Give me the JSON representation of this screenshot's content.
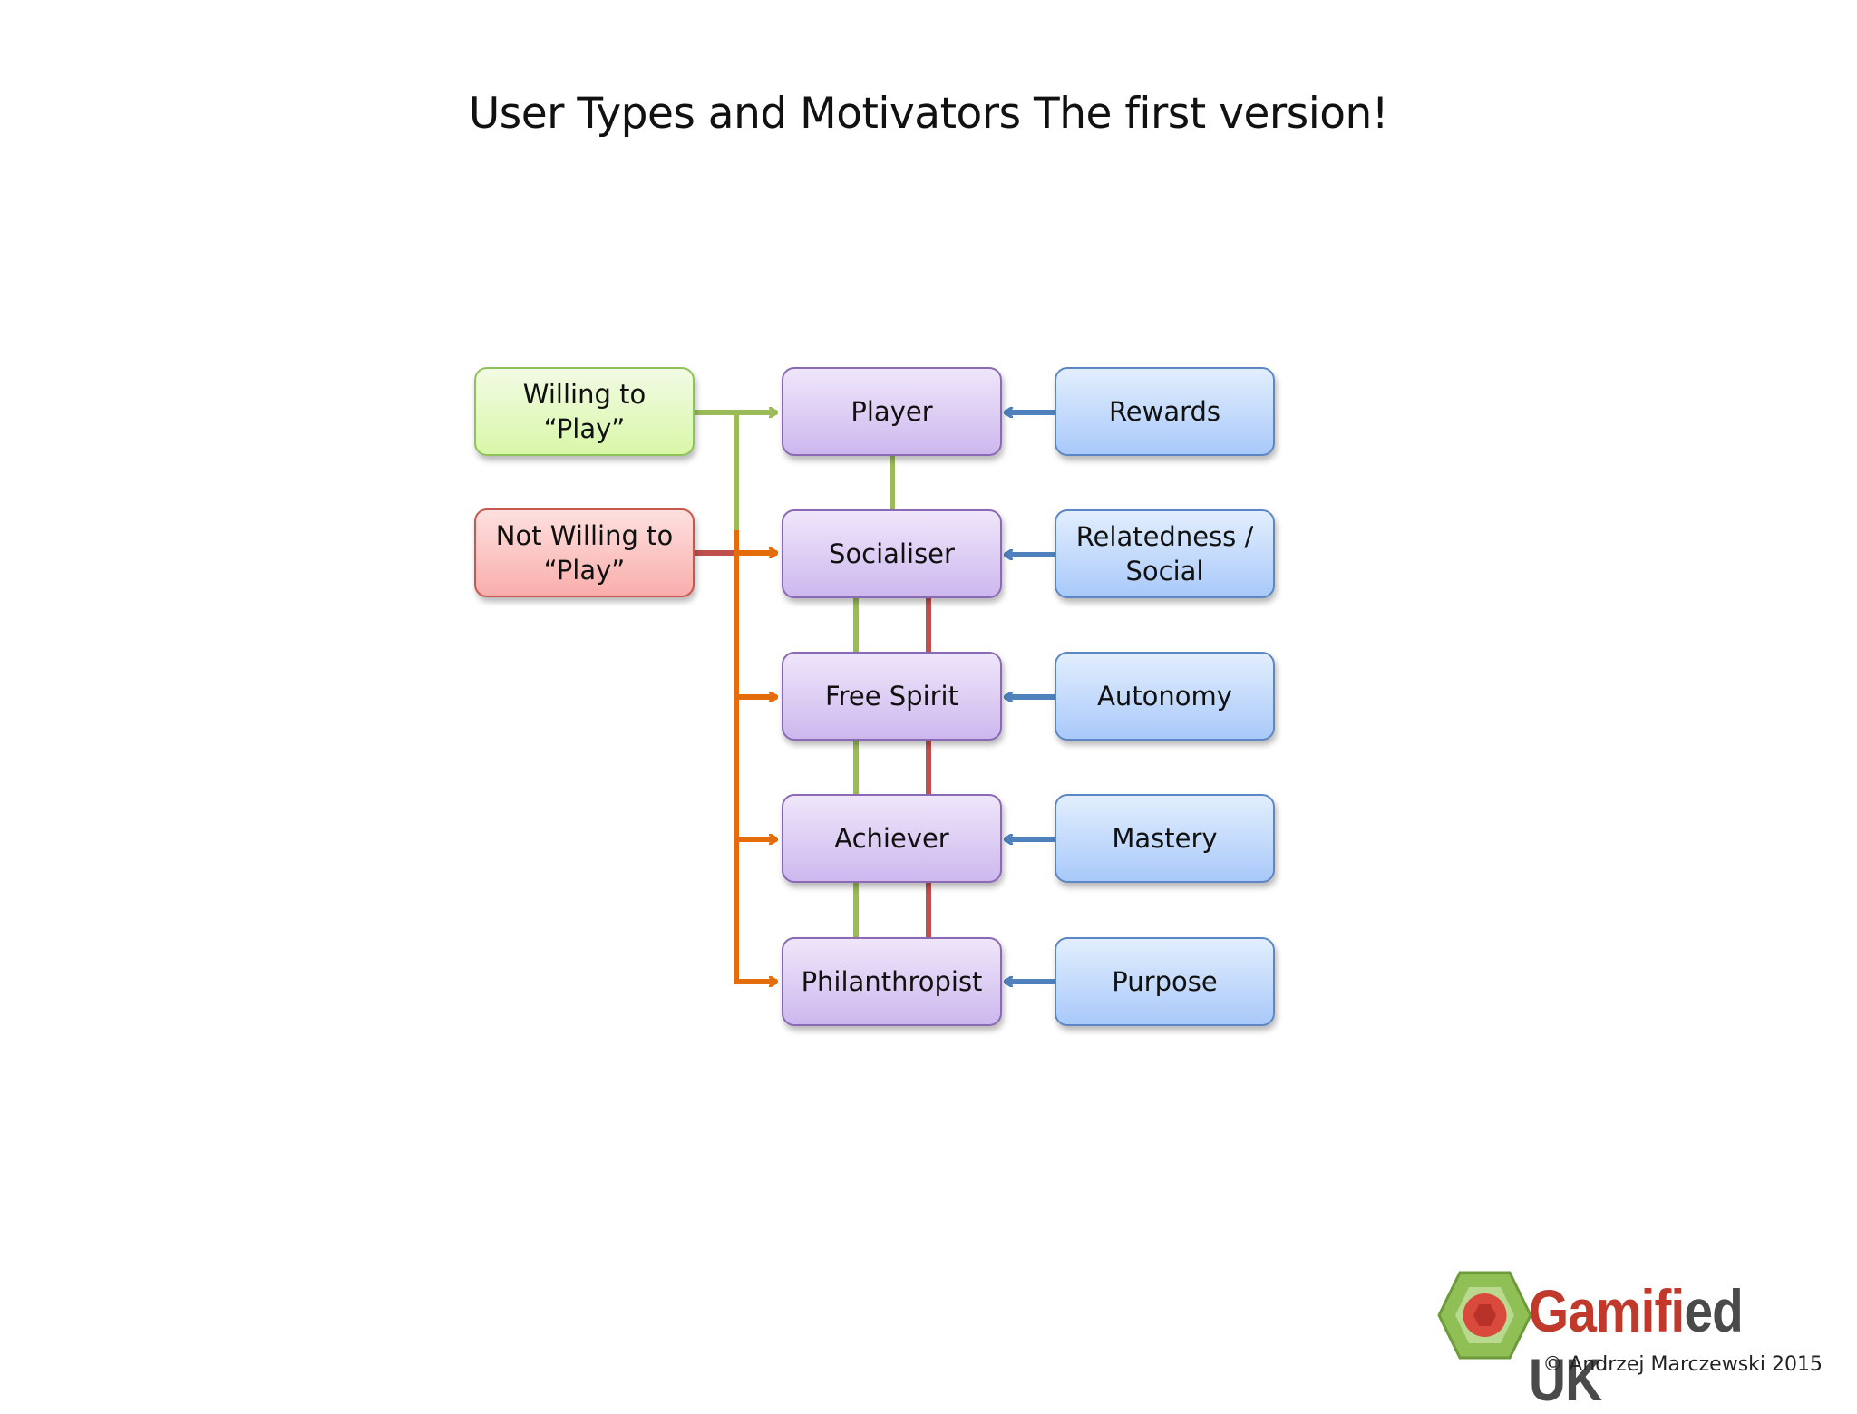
{
  "title": "User Types and Motivators The first version!",
  "nodes": {
    "willing": "Willing to\n“Play”",
    "not_willing": "Not Willing to\n“Play”",
    "player": "Player",
    "socialiser": "Socialiser",
    "free_spirit": "Free Spirit",
    "achiever": "Achiever",
    "philanthropist": "Philanthropist",
    "rewards": "Rewards",
    "relatedness": "Relatedness /\nSocial",
    "autonomy": "Autonomy",
    "mastery": "Mastery",
    "purpose": "Purpose"
  },
  "logo": {
    "part1": "Gamifi",
    "part2": "ed UK"
  },
  "copyright": "© Andrzej Marczewski 2015",
  "colors": {
    "green_line": "#9bbb59",
    "orange_line": "#e46c0a",
    "red_line": "#c0504d",
    "blue_line": "#4f81bd"
  }
}
